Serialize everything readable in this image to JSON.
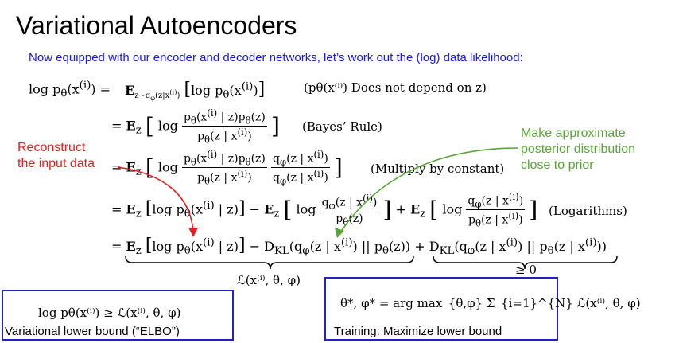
{
  "slide": {
    "title": "Variational Autoencoders",
    "subtitle": "Now equipped with our encoder and decoder networks, let’s work out the (log) data likelihood:"
  },
  "derivation": {
    "line1_lhs": "log pθ(x⁽ⁱ⁾) =",
    "line1_rhs": "E_{z∼qφ(z|x⁽ⁱ⁾)} [ log pθ(x⁽ⁱ⁾) ]",
    "line1_note": "(pθ(x⁽ⁱ⁾) Does not depend on z)",
    "line2_rhs": "= E_z [ log pθ(x⁽ⁱ⁾ | z) pθ(z) / pθ(z | x⁽ⁱ⁾) ]",
    "line2_note": "(Bayes’ Rule)",
    "line3_rhs": "= E_z [ log pθ(x⁽ⁱ⁾ | z) pθ(z) / pθ(z | x⁽ⁱ⁾) · qφ(z | x⁽ⁱ⁾) / qφ(z | x⁽ⁱ⁾) ]",
    "line3_note": "(Multiply by constant)",
    "line4_rhs": "= E_z [ log pθ(x⁽ⁱ⁾ | z) ] − E_z [ log qφ(z | x⁽ⁱ⁾) / pθ(z) ] + E_z [ log qφ(z | x⁽ⁱ⁾) / pθ(z | x⁽ⁱ⁾) ]",
    "line4_note": "(Logarithms)",
    "line5_rhs": "= E_z [ log pθ(x⁽ⁱ⁾ | z) ] − D_KL(qφ(z | x⁽ⁱ⁾) || pθ(z)) + D_KL(qφ(z | x⁽ⁱ⁾) || pθ(z | x⁽ⁱ⁾))",
    "brace_left_label": "ℒ(x⁽ⁱ⁾, θ, φ)",
    "brace_right_label": "≥ 0"
  },
  "annotations": {
    "reconstruct_line1": "Reconstruct",
    "reconstruct_line2": "the input data",
    "prior_line1": "Make approximate",
    "prior_line2": "posterior distribution",
    "prior_line3": "close to prior"
  },
  "boxes": {
    "elbo_formula": "log pθ(x⁽ⁱ⁾) ≥ ℒ(x⁽ⁱ⁾, θ, φ)",
    "elbo_label": "Variational lower bound (“ELBO”)",
    "train_formula": "θ*, φ* = arg max_{θ,φ} Σ_{i=1}^{N} ℒ(x⁽ⁱ⁾, θ, φ)",
    "train_label": "Training: Maximize lower bound"
  },
  "colors": {
    "subtitle": "#1a1adb",
    "red_annotation": "#e02020",
    "green_annotation": "#5aa43a",
    "box_border": "#2020cc"
  }
}
